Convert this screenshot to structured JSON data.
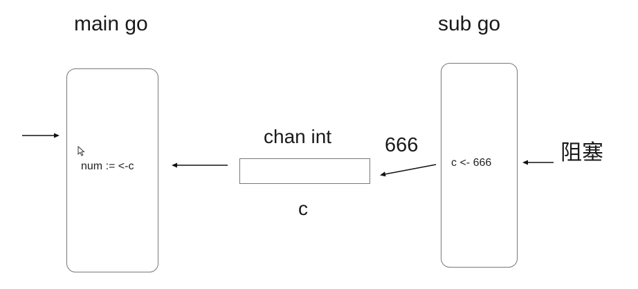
{
  "main": {
    "title": "main go",
    "code": "num := <-c"
  },
  "sub": {
    "title": "sub go",
    "code": "c <- 666"
  },
  "channel": {
    "type_label": "chan int",
    "name": "c",
    "value": "666"
  },
  "blocked_label": "阻塞",
  "colors": {
    "line": "#111111",
    "box_border": "#777777"
  }
}
